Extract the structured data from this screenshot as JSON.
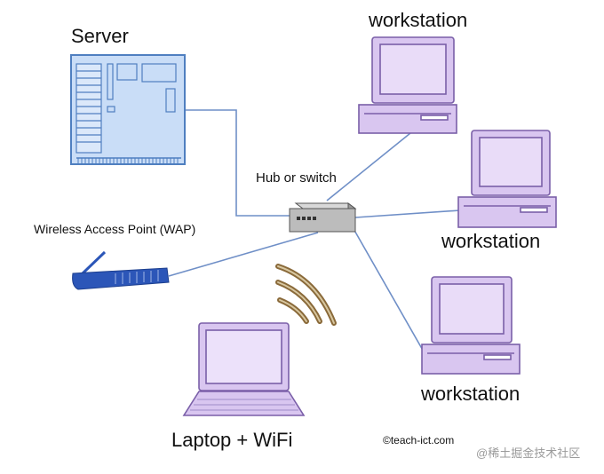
{
  "labels": {
    "server": "Server",
    "workstation_top": "workstation",
    "workstation_right": "workstation",
    "workstation_bottom": "workstation",
    "hub": "Hub or switch",
    "wap": "Wireless Access Point (WAP)",
    "laptop": "Laptop + WiFi",
    "copyright": "©teach-ict.com",
    "watermark": "@稀土掘金技术社区"
  },
  "colors": {
    "cable": "#6f8fc7",
    "server_fill": "#c9ddf7",
    "server_stroke": "#4f7fc0",
    "workstation_fill": "#d9c6f0",
    "workstation_stroke": "#7a5fa8",
    "hub_fill": "#bcbcbc",
    "wap_fill": "#2c56b8",
    "wifi_wave": "#8a6a3a"
  }
}
